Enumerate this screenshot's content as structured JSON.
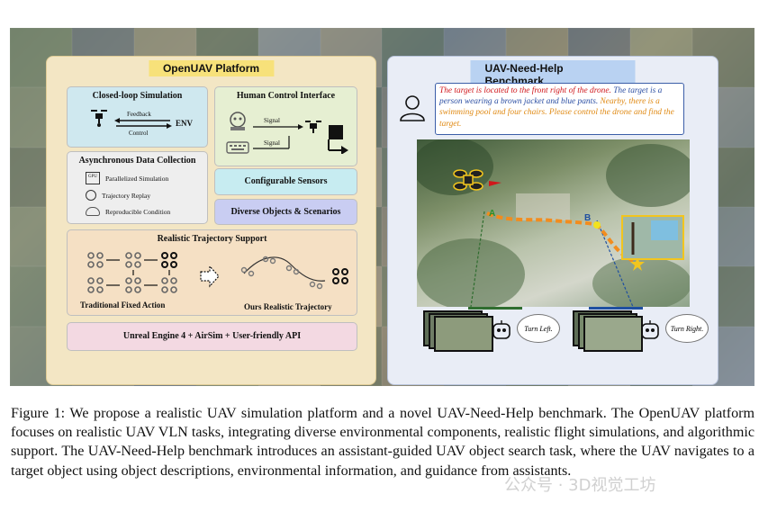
{
  "left_panel": {
    "title": "OpenUAV Platform",
    "closed_loop": {
      "title": "Closed-loop Simulation",
      "feedback": "Feedback",
      "control": "Control",
      "env": "ENV"
    },
    "human_control": {
      "title": "Human Control Interface",
      "signal1": "Signal",
      "signal2": "Signal"
    },
    "async": {
      "title": "Asynchronous Data Collection",
      "items": [
        "Parallelized Simulation",
        "Trajectory Replay",
        "Reproducible Condition"
      ],
      "gpu_label": "GPU"
    },
    "sensors": "Configurable Sensors",
    "objects": "Diverse Objects & Scenarios",
    "trajectory": {
      "title": "Realistic Trajectory Support",
      "left_label": "Traditional Fixed Action",
      "right_label": "Ours Realistic Trajectory"
    },
    "engine": "Unreal Engine 4 + AirSim + User-friendly API"
  },
  "right_panel": {
    "title": "UAV-Need-Help Benchmark",
    "instruction": {
      "red": "The target is located to the front right of the drone.",
      "blue": " The target is a person wearing a brown jacket and blue pants.",
      "orange": " Nearby, there is a swimming pool and four chairs. Please control the drone and find the target."
    },
    "point_a": "A",
    "point_b": "B",
    "turn_left": "Turn Left.",
    "turn_right": "Turn Right."
  },
  "caption": "Figure 1: We propose a realistic UAV simulation platform and a novel UAV-Need-Help benchmark. The OpenUAV platform focuses on realistic UAV VLN tasks, integrating diverse environmental components, realistic flight simulations, and algorithmic support. The UAV-Need-Help benchmark introduces an assistant-guided UAV object search task, where the UAV navigates to a target object using object descriptions, environmental information, and guidance from assistants.",
  "watermark": "公众号 · 3D视觉工坊",
  "colors": {
    "instruction_red": "#d0171b",
    "instruction_blue": "#2c4fa3",
    "instruction_orange": "#e08a14",
    "path_orange": "#f28c1e"
  }
}
